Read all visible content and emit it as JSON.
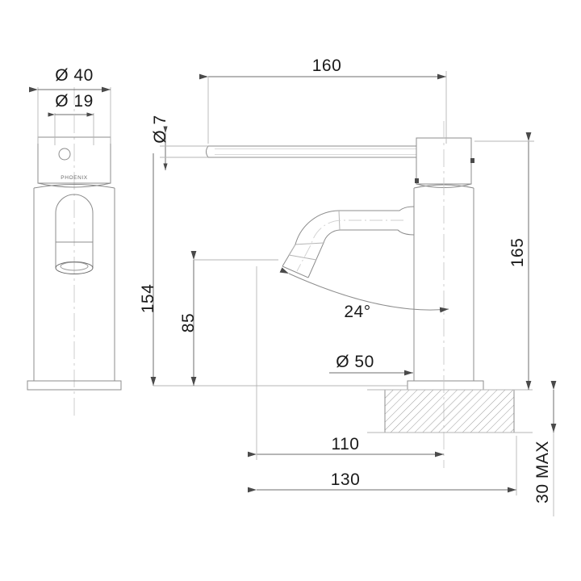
{
  "drawing": {
    "type": "engineering-dimension-drawing",
    "subject": "Basin mixer tap",
    "brand_label": "PHOENIX",
    "units": "mm",
    "background_color": "#ffffff",
    "line_color": "#8c8c8c",
    "dim_line_color": "#6e6e6e",
    "text_color": "#1a1a1a",
    "hatch_color": "#8c8c8c"
  },
  "views": {
    "front": {
      "name": "front-elevation",
      "brand": "PHOENIX"
    },
    "side": {
      "name": "side-elevation"
    }
  },
  "dimensions": {
    "dia40": {
      "label": "Ø 40",
      "value": 40,
      "symbol": "diameter",
      "orientation": "horizontal"
    },
    "dia19": {
      "label": "Ø 19",
      "value": 19,
      "symbol": "diameter",
      "orientation": "horizontal"
    },
    "dia7": {
      "label": "Ø 7",
      "value": 7,
      "symbol": "diameter",
      "orientation": "vertical"
    },
    "dia50": {
      "label": "Ø 50",
      "value": 50,
      "symbol": "diameter",
      "orientation": "horizontal"
    },
    "w160": {
      "label": "160",
      "value": 160,
      "orientation": "horizontal"
    },
    "h165": {
      "label": "165",
      "value": 165,
      "orientation": "vertical"
    },
    "h154": {
      "label": "154",
      "value": 154,
      "orientation": "vertical"
    },
    "h85": {
      "label": "85",
      "value": 85,
      "orientation": "vertical"
    },
    "w110": {
      "label": "110",
      "value": 110,
      "orientation": "horizontal"
    },
    "w130": {
      "label": "130",
      "value": 130,
      "orientation": "horizontal"
    },
    "angle24": {
      "label": "24°",
      "value": 24,
      "unit": "degrees"
    },
    "max30": {
      "label": "30 MAX",
      "value": 30,
      "note": "maximum bench thickness",
      "orientation": "vertical"
    }
  }
}
